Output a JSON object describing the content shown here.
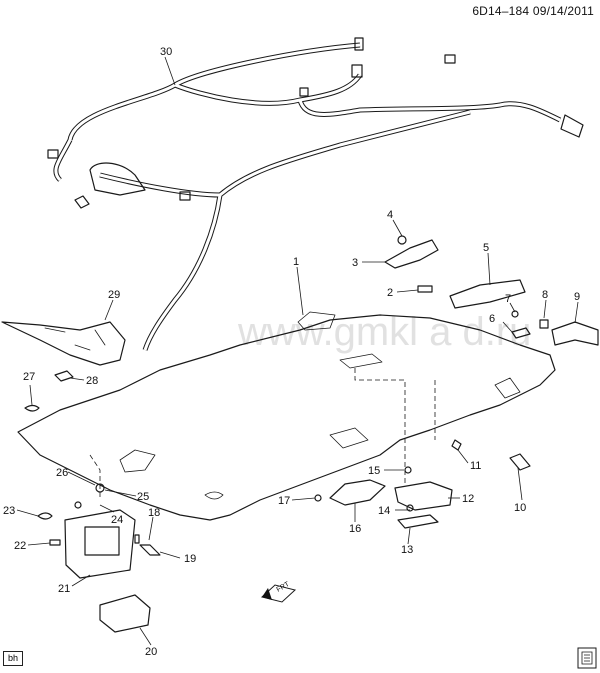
{
  "header": {
    "code": "6D14–184  09/14/2011"
  },
  "watermark": {
    "text": "www.gmkl a d.ru"
  },
  "badge": {
    "text": "bh"
  },
  "direction_arrow": {
    "text": "FRT"
  },
  "callouts": [
    "1",
    "2",
    "3",
    "4",
    "5",
    "6",
    "7",
    "8",
    "9",
    "10",
    "11",
    "12",
    "13",
    "14",
    "15",
    "16",
    "17",
    "18",
    "19",
    "20",
    "21",
    "22",
    "23",
    "24",
    "25",
    "26",
    "27",
    "28",
    "29",
    "30"
  ]
}
